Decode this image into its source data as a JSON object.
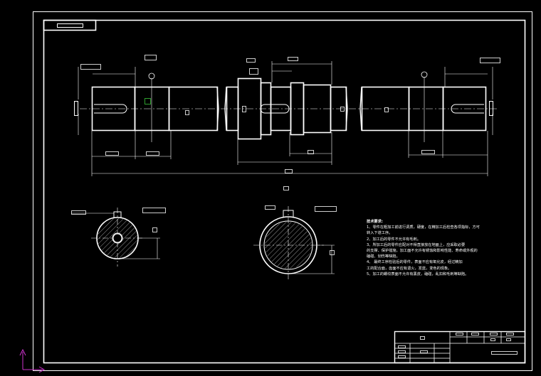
{
  "drawing": {
    "background": "#000000",
    "line_color": "#ffffff",
    "dim_color": "#ffffff",
    "ucs_color": "#cc33cc",
    "ucs_icon": "ucs-axis-icon",
    "frame_icon": "drawing-frame"
  },
  "notes": {
    "title": "技术要求:",
    "lines": [
      "1、零件在粗加工前进行调质，硬度，在精加工后检查各项指标，方可",
      "转入下道工序。",
      "2、加工后的零件不允许有毛刺。",
      "3、所加工后的零件应配对不得直接放在地面上，应采取必要",
      "的支撑、保护措施，加工面不允许有锈蚀和影响性能、寿命或外观的",
      "磕碰、划伤等缺陷。",
      "4、 最终工序检验后的零件，表面不应有氧化皮，经过精加",
      "工的配合面，齿面不应有退火，发蓝，变色的现象。",
      "5、加工的螺纹表面不允许有黑皮，磕碰，乱扣和毛刺等缺陷。"
    ]
  }
}
